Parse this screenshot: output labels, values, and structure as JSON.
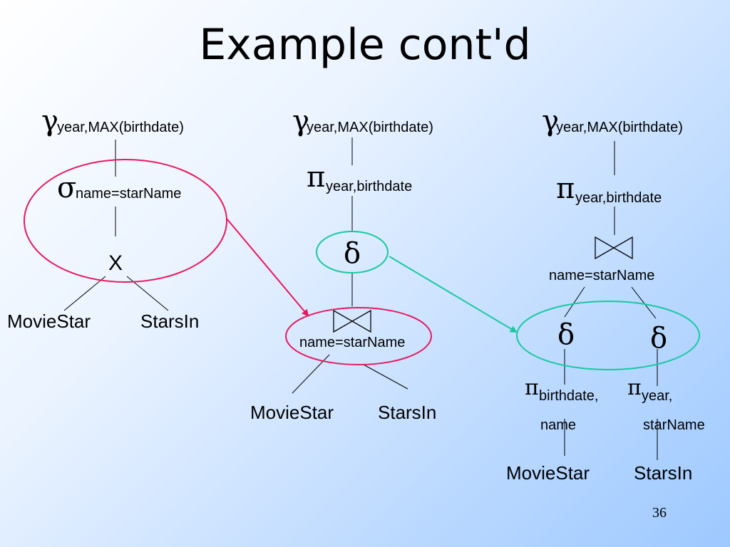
{
  "slide": {
    "title": "Example cont'd",
    "page_number": "36"
  },
  "symbols": {
    "gamma": "γ",
    "sigma": "σ",
    "pi": "π",
    "delta": "δ",
    "cross": "X"
  },
  "labels": {
    "group_sub": "year,MAX(birthdate)",
    "select_sub": "name=starName",
    "project_sub": "year,birthdate",
    "join_condition": "name=starName",
    "moviestar": "MovieStar",
    "starsin": "StarsIn",
    "project_left_sub_line1": "birthdate,",
    "project_left_sub_line2": "name",
    "project_right_sub_line1": "year,",
    "project_right_sub_line2": "starName"
  },
  "colors": {
    "highlight_red": "#e8185e",
    "highlight_teal": "#19c9a0",
    "line": "#000000"
  }
}
